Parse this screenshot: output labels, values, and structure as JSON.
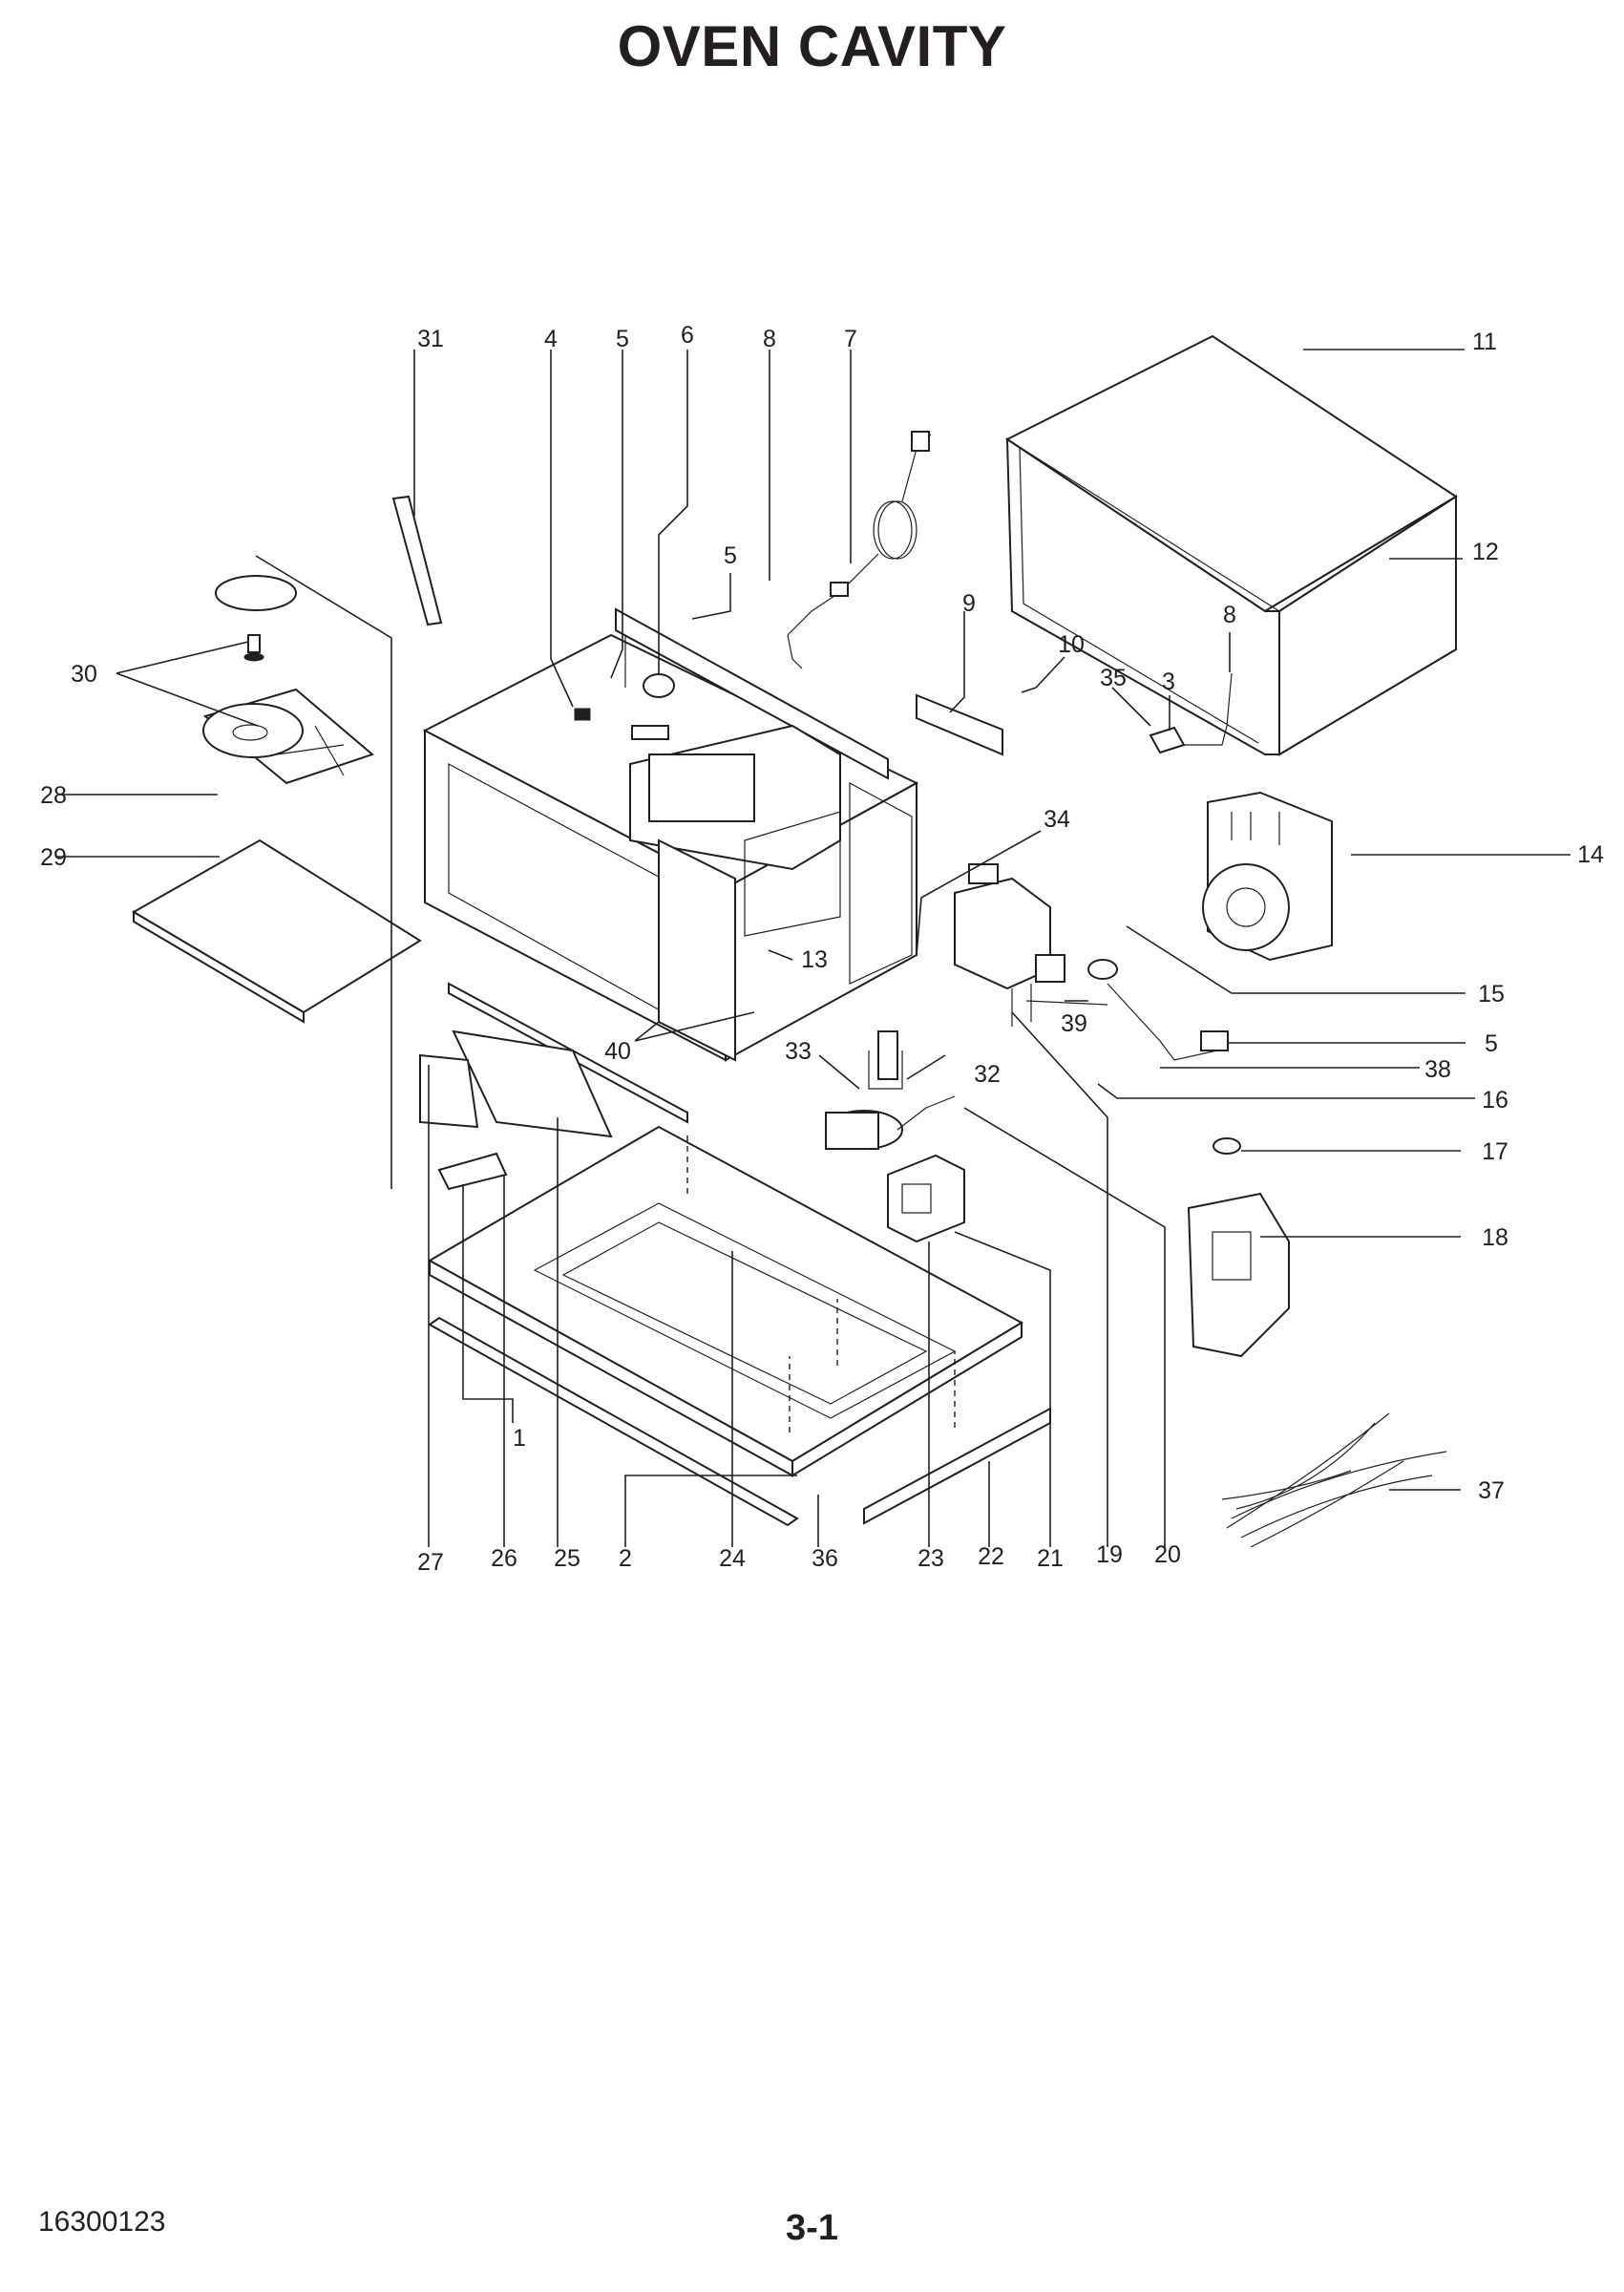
{
  "title": "OVEN CAVITY",
  "doc_number": "16300123",
  "page_number": "3-1",
  "callouts": [
    "31",
    "4",
    "5",
    "6",
    "8",
    "7",
    "11",
    "12",
    "5",
    "9",
    "10",
    "8",
    "35",
    "3",
    "30",
    "28",
    "29",
    "34",
    "14",
    "13",
    "15",
    "39",
    "5",
    "40",
    "33",
    "32",
    "38",
    "16",
    "17",
    "18",
    "37",
    "27",
    "26",
    "25",
    "2",
    "1",
    "24",
    "36",
    "23",
    "22",
    "21",
    "19",
    "20"
  ]
}
